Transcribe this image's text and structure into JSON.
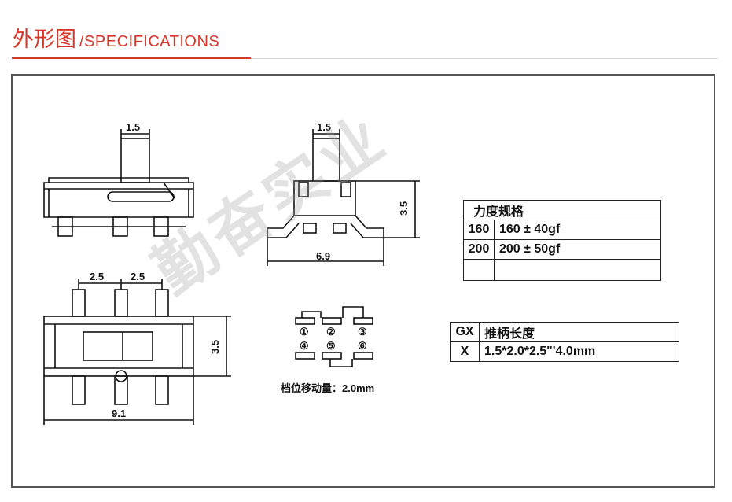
{
  "header": {
    "title_cn": "外形图",
    "title_en": "/SPECIFICATIONS",
    "accent_color": "#d9362a"
  },
  "drawing": {
    "top_view": {
      "actuator_width": "1.5"
    },
    "side_view": {
      "actuator_width": "1.5",
      "height": "3.5",
      "width": "6.9"
    },
    "bottom_view": {
      "pitch_left": "2.5",
      "pitch_right": "2.5",
      "body_height": "3.5",
      "length": "9.1"
    },
    "pin_numbers": [
      "①",
      "②",
      "③",
      "④",
      "⑤",
      "⑥"
    ],
    "travel_caption": "档位移动量：2.0mm"
  },
  "force_table": {
    "header": "力度规格",
    "rows": [
      {
        "code": "160",
        "value": "160 ± 40gf"
      },
      {
        "code": "200",
        "value": "200 ± 50gf"
      },
      {
        "code": "",
        "value": ""
      }
    ]
  },
  "handle_table": {
    "header_code": "GX",
    "header_label": "推柄长度",
    "rows": [
      {
        "code": "X",
        "value": "1.5*2.0*2.5\"'4.0mm"
      }
    ]
  },
  "watermark": "勤奋实业"
}
